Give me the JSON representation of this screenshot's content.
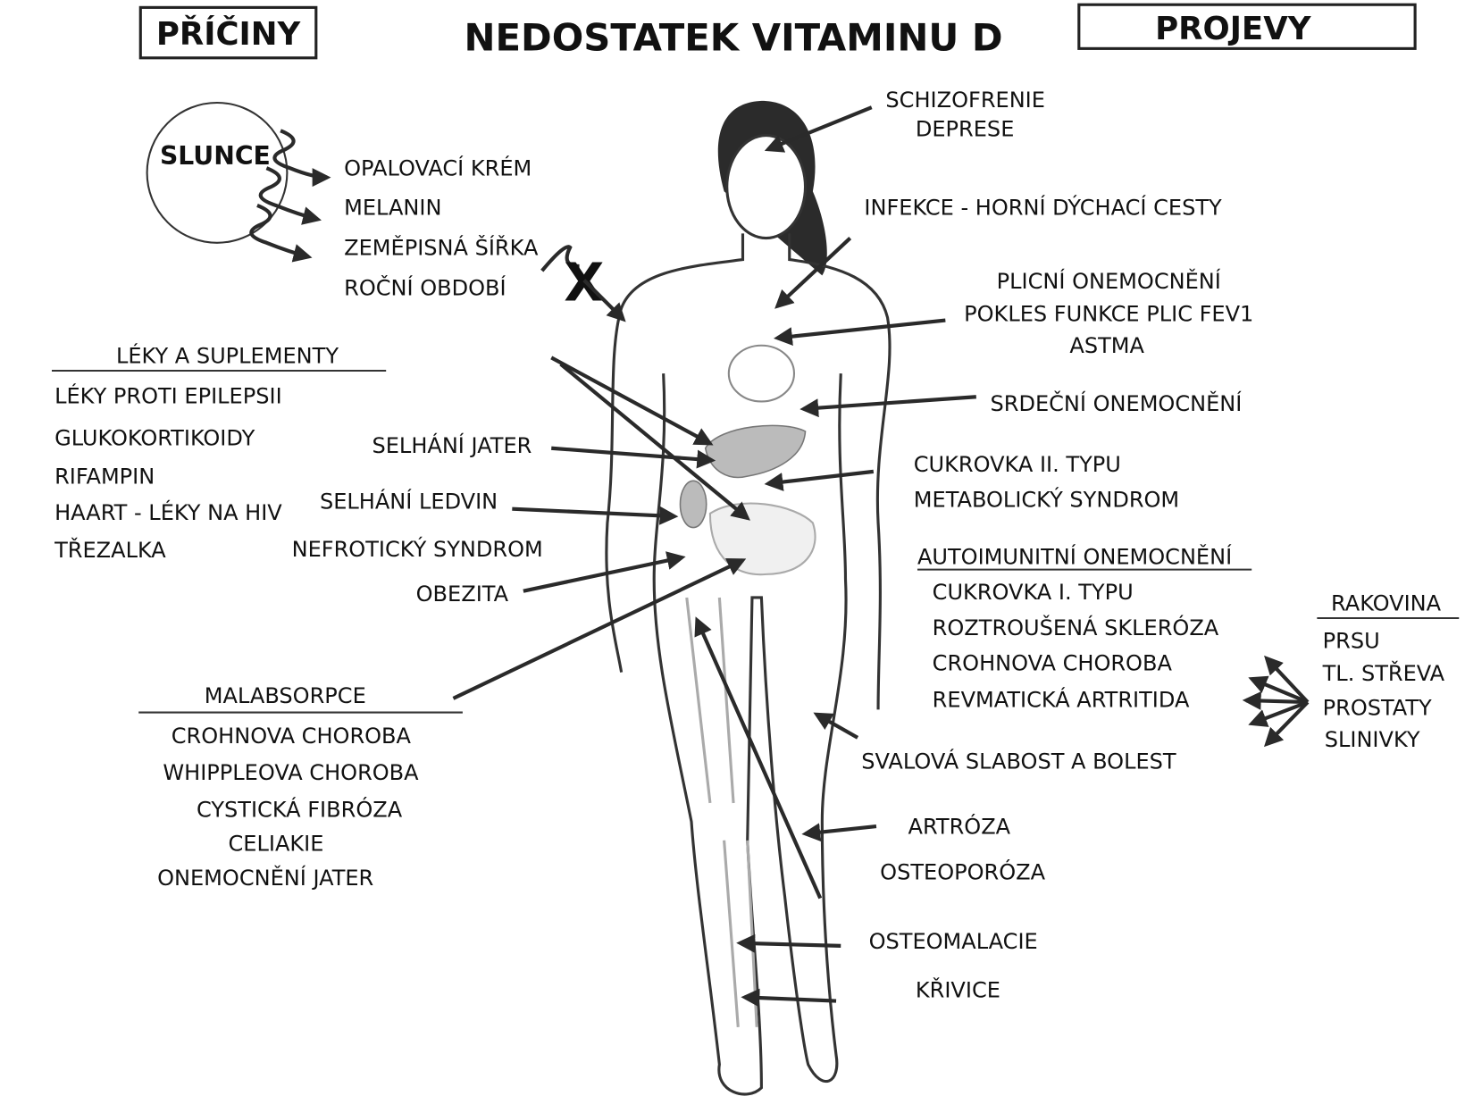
{
  "title": "NEDOSTATEK VITAMINU D",
  "causes_header": "PŘÍČINY",
  "effects_header": "PROJEVY",
  "sun": {
    "label": "SLUNCE",
    "factors": [
      "OPALOVACÍ KRÉM",
      "MELANIN",
      "ZEMĚPISNÁ ŠÍŘKA",
      "ROČNÍ OBDOBÍ"
    ]
  },
  "drugs": {
    "heading": "LÉKY A SUPLEMENTY",
    "items": [
      "LÉKY PROTI EPILEPSII",
      "GLUKOKORTIKOIDY",
      "RIFAMPIN",
      "HAART - LÉKY NA HIV",
      "TŘEZALKA"
    ]
  },
  "organ_causes": [
    "SELHÁNÍ JATER",
    "SELHÁNÍ LEDVIN",
    "NEFROTICKÝ SYNDROM",
    "OBEZITA"
  ],
  "malabsorption": {
    "heading": "MALABSORPCE",
    "items": [
      "CROHNOVA CHOROBA",
      "WHIPPLEOVA CHOROBA",
      "CYSTICKÁ FIBRÓZA",
      "CELIAKIE",
      "ONEMOCNĚNÍ JATER"
    ]
  },
  "effects": {
    "mental": [
      "SCHIZOFRENIE",
      "DEPRESE"
    ],
    "infection": "INFEKCE - HORNÍ DÝCHACÍ CESTY",
    "lung": [
      "PLICNÍ ONEMOCNĚNÍ",
      "POKLES FUNKCE PLIC FEV1",
      "ASTMA"
    ],
    "heart": "SRDEČNÍ ONEMOCNĚNÍ",
    "metabolic": [
      "CUKROVKA II. TYPU",
      "METABOLICKÝ SYNDROM"
    ],
    "autoimmune": {
      "heading": "AUTOIMUNITNÍ ONEMOCNĚNÍ",
      "items": [
        "CUKROVKA I. TYPU",
        "ROZTROUŠENÁ SKLERÓZA",
        "CROHNOVA CHOROBA",
        "REVMATICKÁ ARTRITIDA"
      ]
    },
    "cancer": {
      "heading": "RAKOVINA",
      "items": [
        "PRSU",
        "TL. STŘEVA",
        "PROSTATY",
        "SLINIVKY"
      ]
    },
    "muscle": "SVALOVÁ SLABOST A BOLEST",
    "bone": [
      "ARTRÓZA",
      "OSTEOPORÓZA",
      "OSTEOMALACIE",
      "KŘIVICE"
    ]
  },
  "block_mark": "X"
}
